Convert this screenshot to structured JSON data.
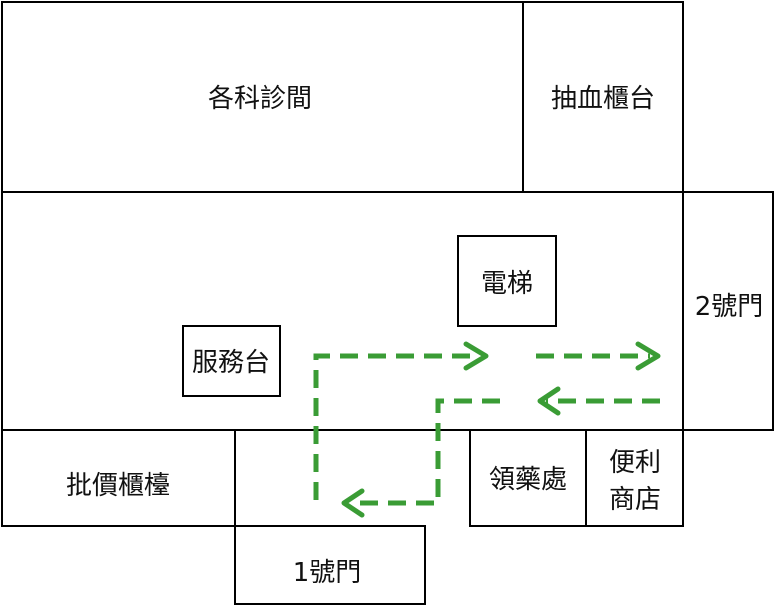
{
  "rooms": {
    "clinics": "各科診間",
    "blood_draw": "抽血櫃台",
    "elevator": "電梯",
    "gate2": "2號門",
    "service_desk": "服務台",
    "pricing_counter": "批價櫃檯",
    "pharmacy": "領藥處",
    "store_line1": "便利",
    "store_line2": "商店",
    "gate1": "1號門"
  },
  "colors": {
    "route": "#3a9c35",
    "wall": "#000000"
  }
}
